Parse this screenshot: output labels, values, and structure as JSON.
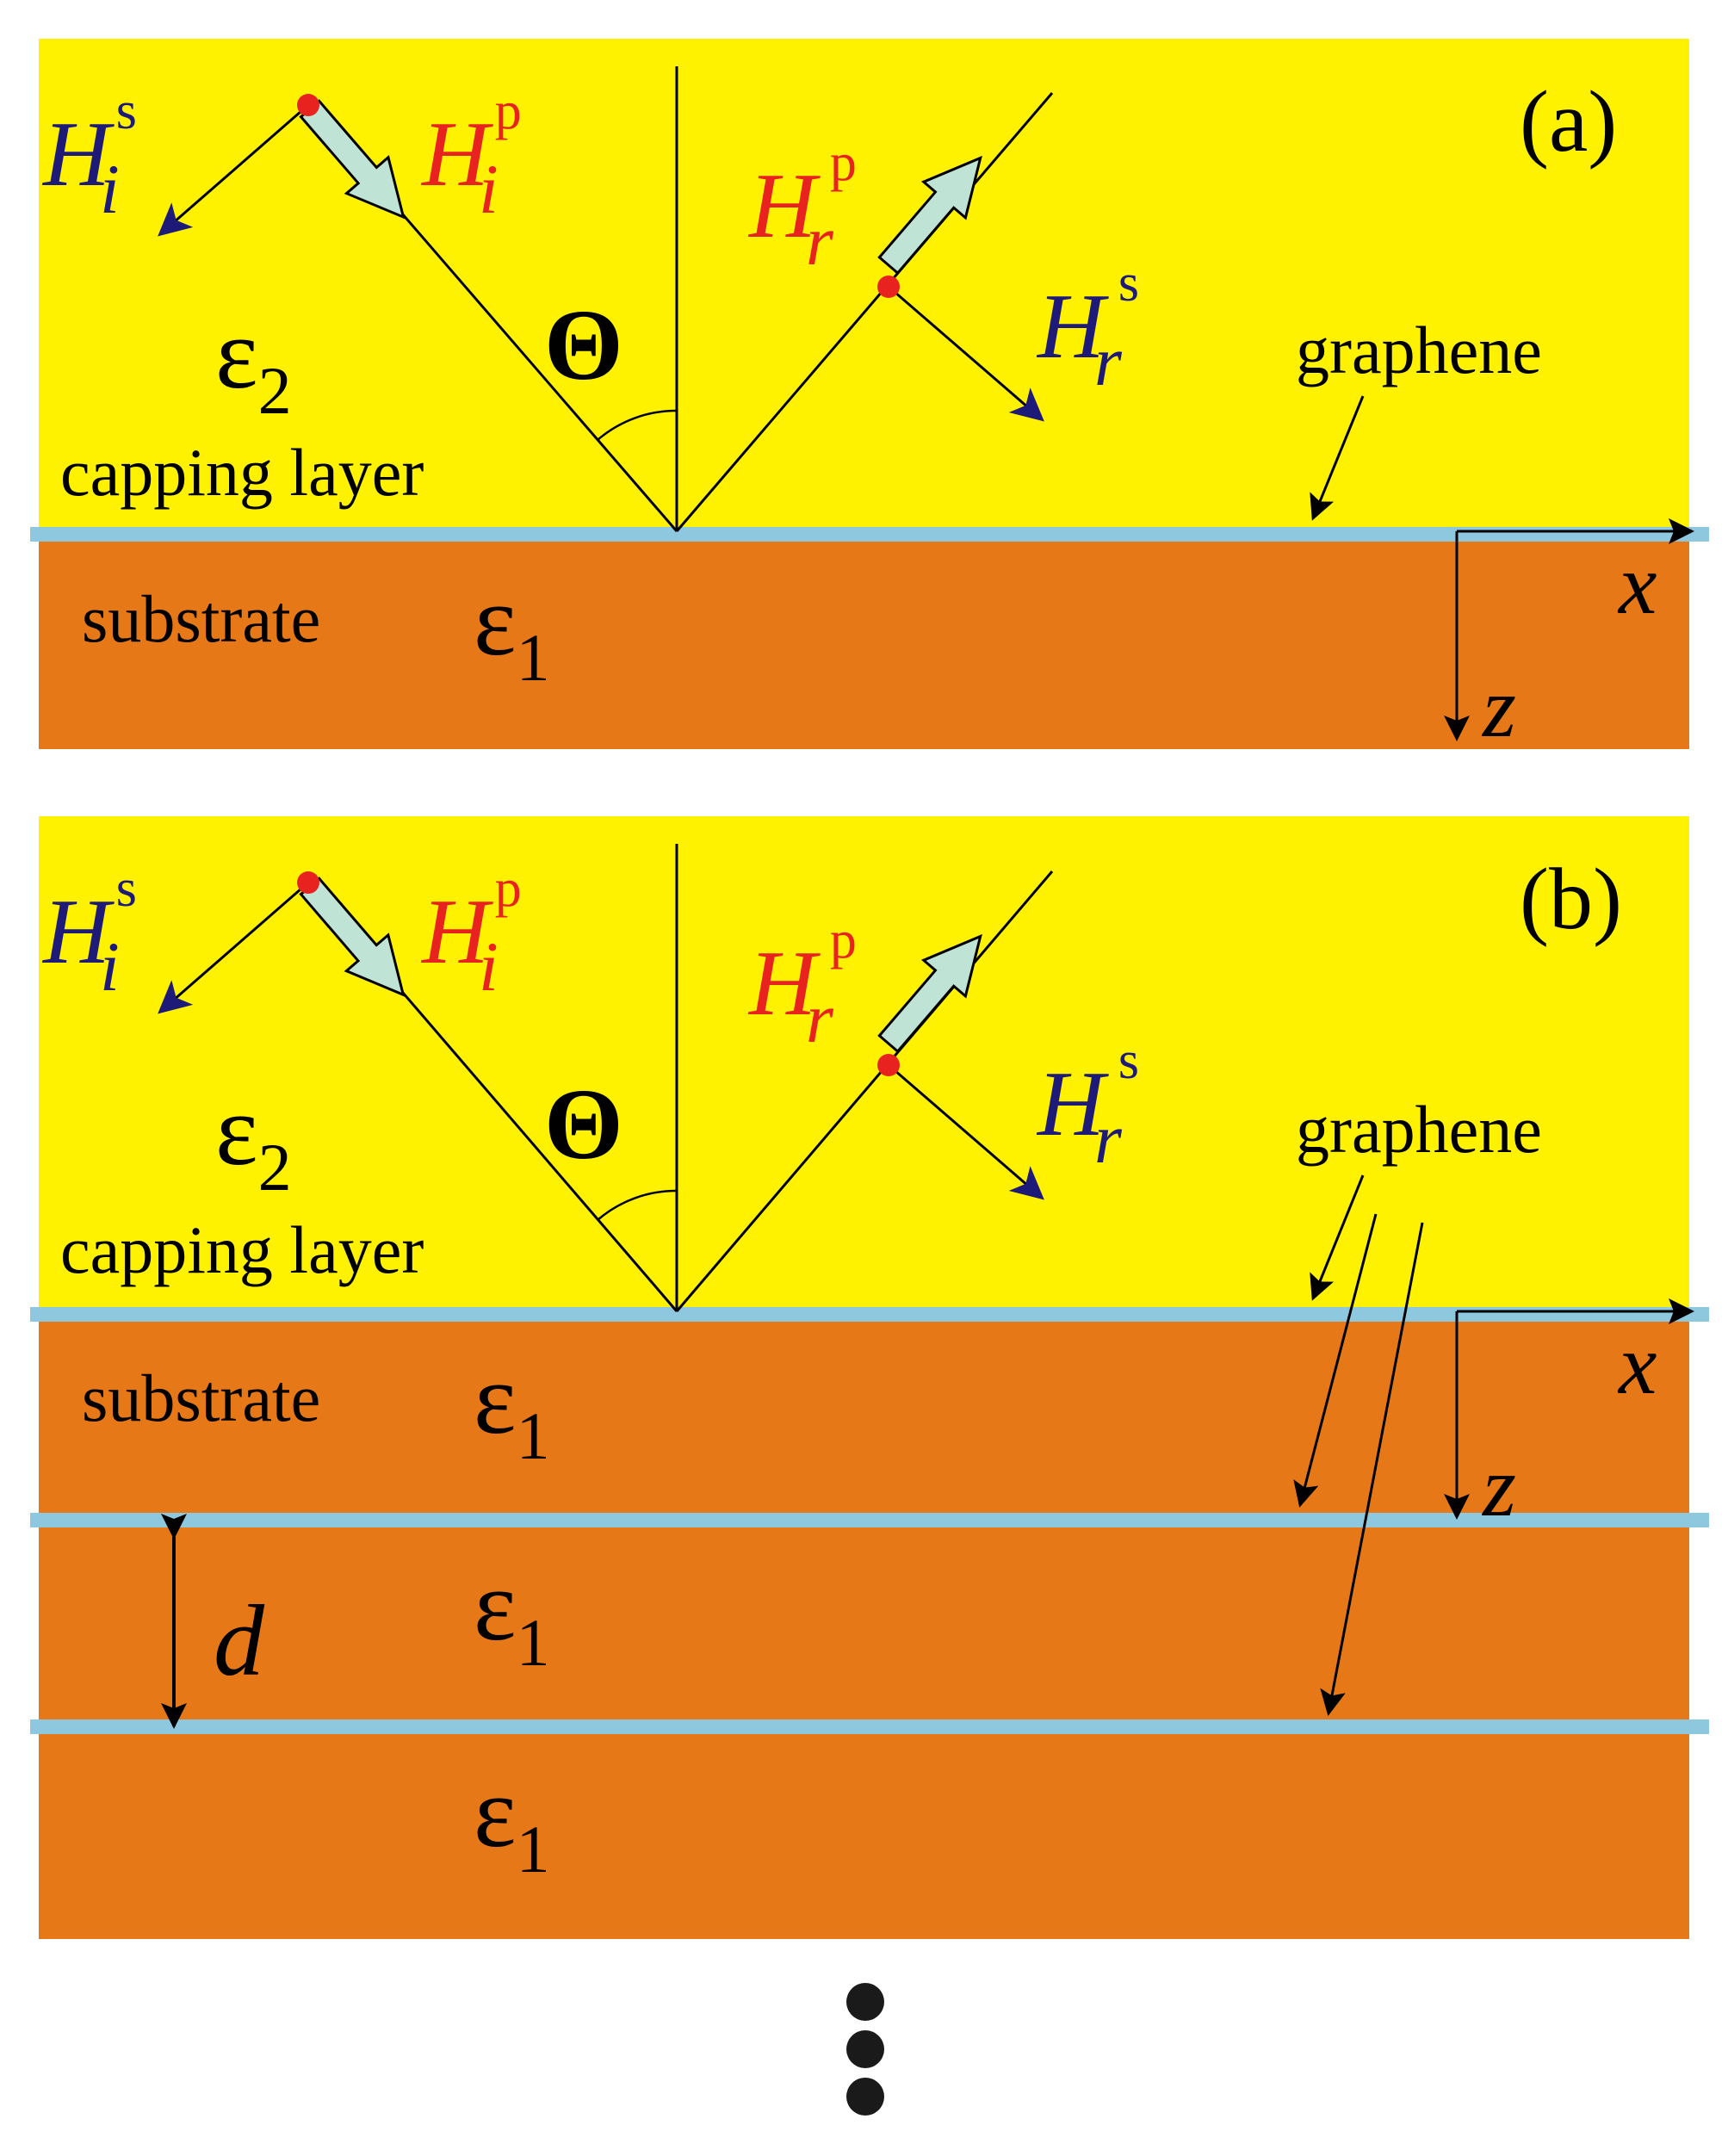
{
  "colors": {
    "capping": "#FFF200",
    "substrate": "#E77817",
    "graphene": "#8DC8DF",
    "pol_s": "#1E1A78",
    "pol_p": "#E8231F",
    "wave_arrow": "#BFE3D4",
    "line": "#000000"
  },
  "panels": [
    {
      "tag": "(a)",
      "capping_label": "capping layer",
      "capping_eps": "ε",
      "capping_eps_sub": "2",
      "substrate_label": "substrate",
      "eps": "ε",
      "eps_sub": "1",
      "angle": "Θ",
      "graphene": "graphene",
      "Hi_s": {
        "base": "H",
        "sub": "i",
        "sup": "s"
      },
      "Hi_p": {
        "base": "H",
        "sub": "i",
        "sup": "p"
      },
      "Hr_p": {
        "base": "H",
        "sub": "r",
        "sup": "p"
      },
      "Hr_s": {
        "base": "H",
        "sub": "r",
        "sup": "s"
      },
      "axis_x": "x",
      "axis_z": "z"
    },
    {
      "tag": "(b)",
      "capping_label": "capping layer",
      "capping_eps": "ε",
      "capping_eps_sub": "2",
      "substrate_label": "substrate",
      "eps": "ε",
      "eps_sub": "1",
      "angle": "Θ",
      "graphene": "graphene",
      "Hi_s": {
        "base": "H",
        "sub": "i",
        "sup": "s"
      },
      "Hi_p": {
        "base": "H",
        "sub": "i",
        "sup": "p"
      },
      "Hr_p": {
        "base": "H",
        "sub": "r",
        "sup": "p"
      },
      "Hr_s": {
        "base": "H",
        "sub": "r",
        "sup": "s"
      },
      "axis_x": "x",
      "axis_z": "z",
      "spacing": "d",
      "layer_eps": [
        {
          "base": "ε",
          "sub": "1"
        },
        {
          "base": "ε",
          "sub": "1"
        },
        {
          "base": "ε",
          "sub": "1"
        }
      ]
    }
  ]
}
